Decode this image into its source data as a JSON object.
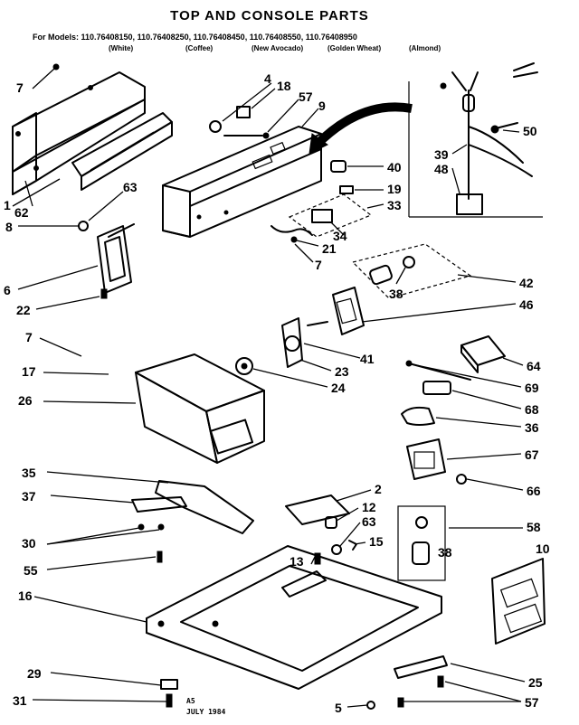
{
  "title": "TOP AND CONSOLE PARTS",
  "models_line": "For Models: 110.76408150, 110.76408250, 110.76408450, 110.76408550, 110.76408950",
  "finishes": [
    "(White)",
    "(Coffee)",
    "(New Avocado)",
    "(Golden Wheat)",
    "(Almond)"
  ],
  "stamp": [
    "A5",
    "JULY 1984"
  ],
  "part_numbers": {
    "p7a": "7",
    "p4": "4",
    "p18": "18",
    "p57a": "57",
    "p9": "9",
    "p50": "50",
    "p39": "39",
    "p48": "48",
    "p40": "40",
    "p63a": "63",
    "p19": "19",
    "p33": "33",
    "p62": "62",
    "p1": "1",
    "p34": "34",
    "p8": "8",
    "p21": "21",
    "p7b": "7",
    "p42": "42",
    "p6": "6",
    "p38a": "38",
    "p46": "46",
    "p22": "22",
    "p7c": "7",
    "p41": "41",
    "p64": "64",
    "p17": "17",
    "p23": "23",
    "p69": "69",
    "p24": "24",
    "p26": "26",
    "p68": "68",
    "p36": "36",
    "p67": "67",
    "p35": "35",
    "p66": "66",
    "p2": "2",
    "p37": "37",
    "p12": "12",
    "p63b": "63",
    "p58": "58",
    "p15": "15",
    "p30": "30",
    "p38b": "38",
    "p10": "10",
    "p13": "13",
    "p55": "55",
    "p16": "16",
    "p29": "29",
    "p25": "25",
    "p31": "31",
    "p5": "5",
    "p57b": "57"
  }
}
